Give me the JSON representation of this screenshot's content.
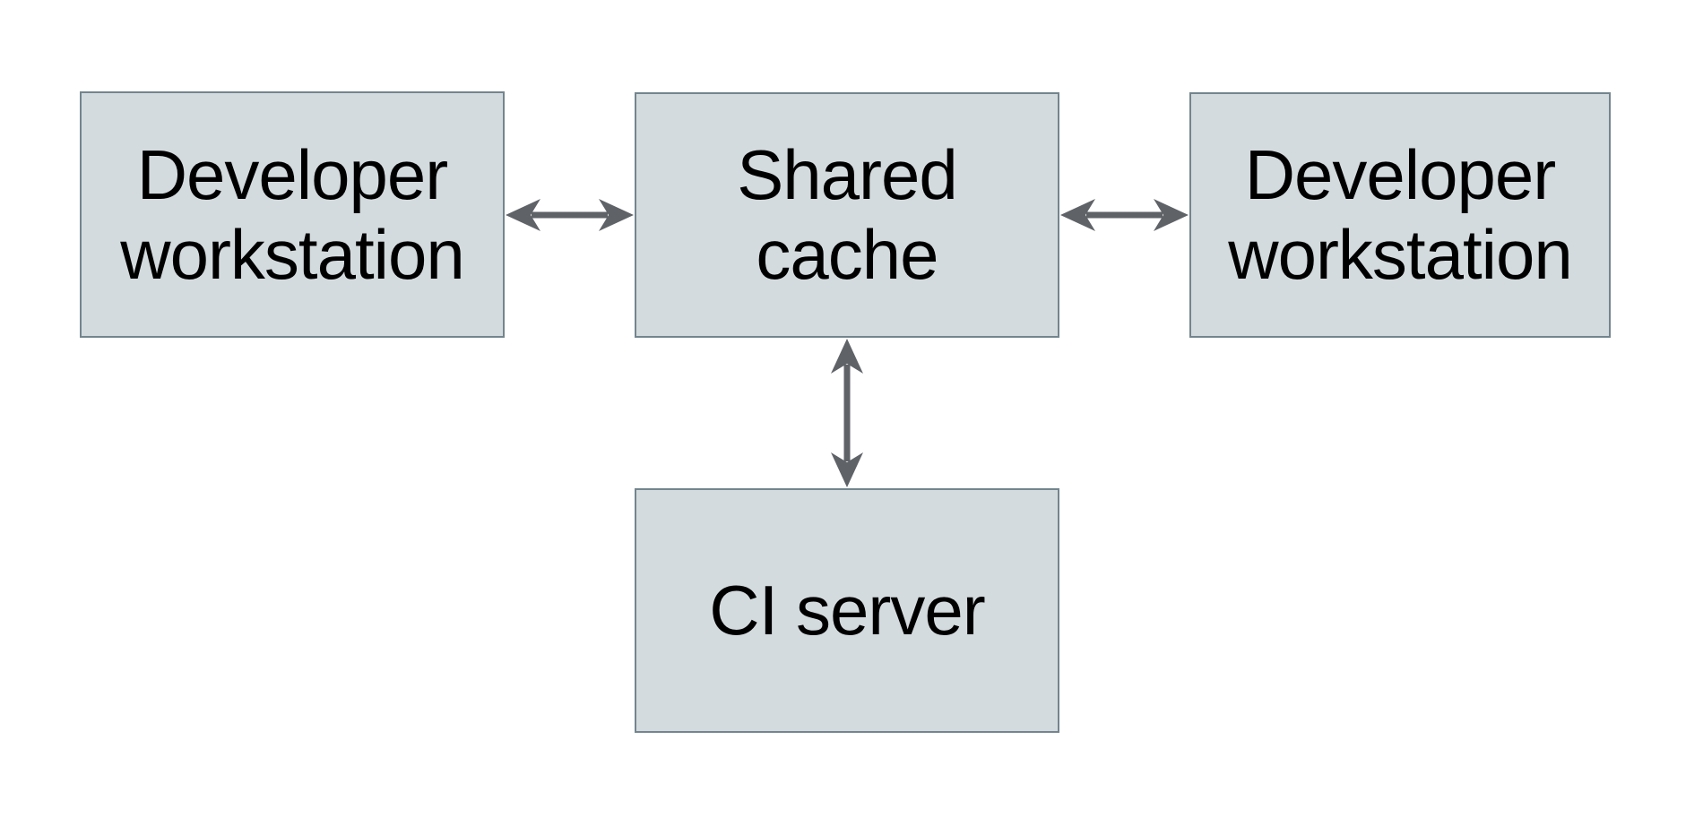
{
  "diagram": {
    "type": "architecture-diagram",
    "description": "Shared cache topology: two developer workstations and a CI server connected bidirectionally to a shared cache",
    "colors": {
      "background": "#ffffff",
      "node_fill": "#d4dbde",
      "node_border": "#73858e",
      "arrow_color": "#5f6368",
      "text_color": "#000000"
    },
    "nodes": [
      {
        "id": "developer-workstation-left",
        "lines": [
          "Developer",
          "workstation"
        ]
      },
      {
        "id": "shared-cache",
        "lines": [
          "Shared",
          "cache"
        ]
      },
      {
        "id": "developer-workstation-right",
        "lines": [
          "Developer",
          "workstation"
        ]
      },
      {
        "id": "ci-server",
        "lines": [
          "CI server"
        ]
      }
    ],
    "edges": [
      {
        "from": "developer-workstation-left",
        "to": "shared-cache",
        "direction": "bidirectional"
      },
      {
        "from": "shared-cache",
        "to": "developer-workstation-right",
        "direction": "bidirectional"
      },
      {
        "from": "shared-cache",
        "to": "ci-server",
        "direction": "bidirectional"
      }
    ]
  }
}
